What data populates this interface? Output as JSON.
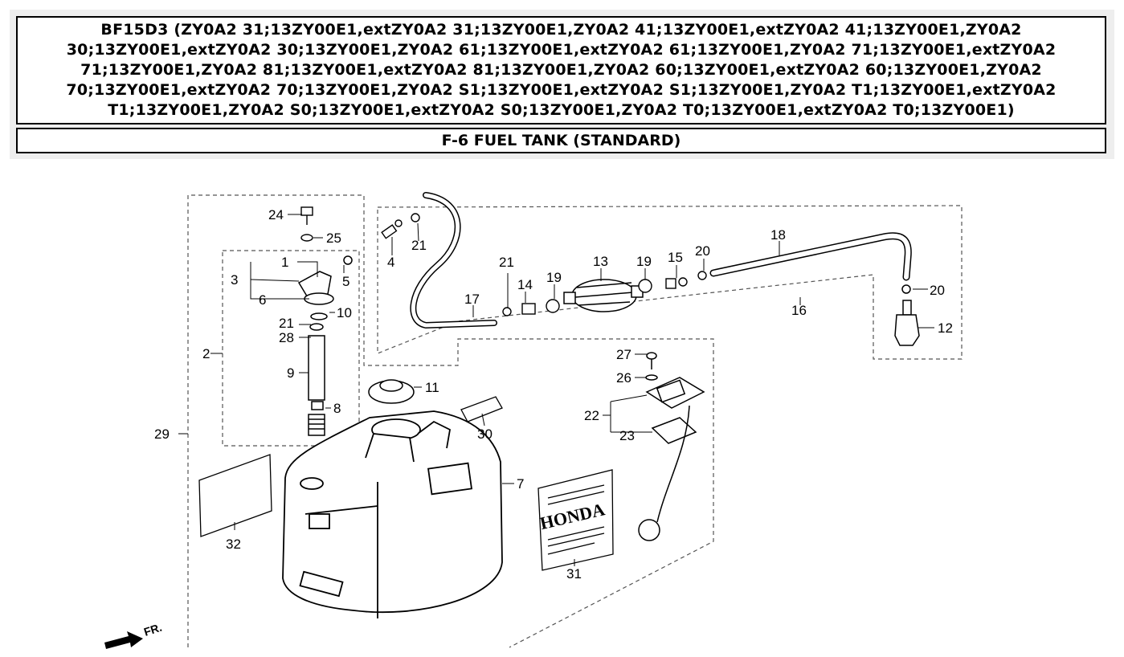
{
  "header": {
    "title": "BF15D3 (ZY0A2 31;13ZY00E1,extZY0A2 31;13ZY00E1,ZY0A2 41;13ZY00E1,extZY0A2 41;13ZY00E1,ZY0A2 30;13ZY00E1,extZY0A2 30;13ZY00E1,ZY0A2 61;13ZY00E1,extZY0A2 61;13ZY00E1,ZY0A2 71;13ZY00E1,extZY0A2 71;13ZY00E1,ZY0A2 81;13ZY00E1,extZY0A2 81;13ZY00E1,ZY0A2 60;13ZY00E1,extZY0A2 60;13ZY00E1,ZY0A2 70;13ZY00E1,extZY0A2 70;13ZY00E1,ZY0A2 S1;13ZY00E1,extZY0A2 S1;13ZY00E1,ZY0A2 T1;13ZY00E1,extZY0A2 T1;13ZY00E1,ZY0A2 S0;13ZY00E1,extZY0A2 S0;13ZY00E1,ZY0A2 T0;13ZY00E1,extZY0A2 T0;13ZY00E1)",
    "section": "F-6 FUEL TANK (STANDARD)"
  },
  "diagram": {
    "front_marker": "FR.",
    "brand_label": "HONDA",
    "callouts": {
      "c1": "1",
      "c2": "2",
      "c3": "3",
      "c4": "4",
      "c5": "5",
      "c6": "6",
      "c7": "7",
      "c8": "8",
      "c9": "9",
      "c10": "10",
      "c11": "11",
      "c12": "12",
      "c13": "13",
      "c14": "14",
      "c15": "15",
      "c16": "16",
      "c17": "17",
      "c18": "18",
      "c19a": "19",
      "c19b": "19",
      "c20a": "20",
      "c20b": "20",
      "c21a": "21",
      "c21b": "21",
      "c21c": "21",
      "c22": "22",
      "c23": "23",
      "c24": "24",
      "c25": "25",
      "c26": "26",
      "c27": "27",
      "c28": "28",
      "c29": "29",
      "c30": "30",
      "c31": "31",
      "c32": "32"
    }
  }
}
